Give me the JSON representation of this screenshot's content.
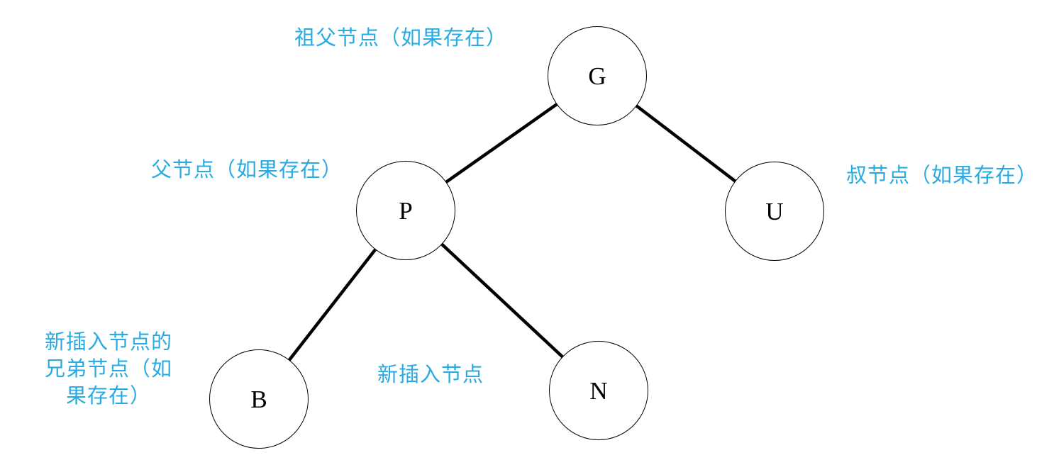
{
  "diagram": {
    "kind": "binary-tree-insertion",
    "background_color": "#ffffff",
    "accent_color": "#29ABE2",
    "edge_color": "#000000",
    "node_border_color": "#000000",
    "nodes": [
      {
        "id": "G",
        "label": "G"
      },
      {
        "id": "P",
        "label": "P"
      },
      {
        "id": "U",
        "label": "U"
      },
      {
        "id": "B",
        "label": "B"
      },
      {
        "id": "N",
        "label": "N"
      }
    ],
    "edges": [
      {
        "from": "G",
        "to": "P"
      },
      {
        "from": "G",
        "to": "U"
      },
      {
        "from": "P",
        "to": "B"
      },
      {
        "from": "P",
        "to": "N"
      }
    ],
    "annotations": {
      "grandparent": {
        "text": "祖父节点（如果存在）",
        "target": "G"
      },
      "parent": {
        "text": "父节点（如果存在）",
        "target": "P"
      },
      "uncle": {
        "text": "叔节点（如果存在）",
        "target": "U"
      },
      "sibling": {
        "lines": [
          "新插入节点的",
          "兄弟节点（如",
          "果存在）"
        ],
        "target": "B"
      },
      "new_node": {
        "text": "新插入节点",
        "target": "N"
      }
    }
  }
}
